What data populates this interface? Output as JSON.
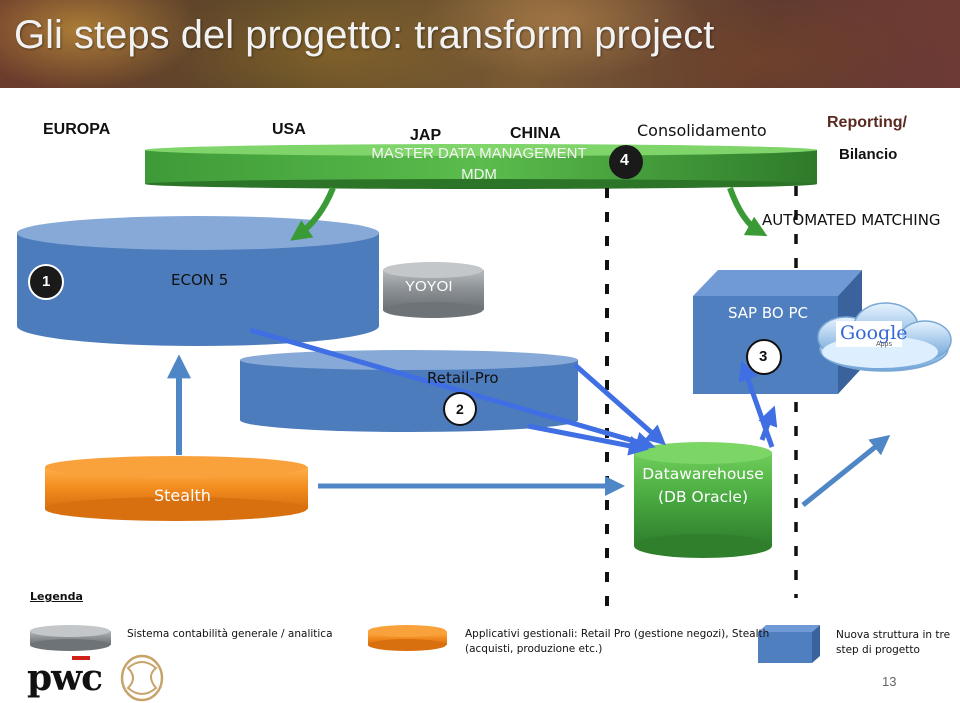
{
  "title": "Gli steps del progetto: transform project",
  "regions": {
    "europa": "EUROPA",
    "usa": "USA",
    "jap": "JAP",
    "china": "CHINA",
    "consolidamento": "Consolidamento",
    "reporting": "Reporting/",
    "bilancio": "Bilancio"
  },
  "mdm": {
    "line1": "MASTER DATA MANAGEMENT",
    "line2": "MDM",
    "step": "4"
  },
  "automated_matching": "AUTOMATED MATCHING",
  "systems": {
    "econ": {
      "label": "ECON 5",
      "step": "1"
    },
    "yoyoi": "YOYOI",
    "retail": {
      "label": "Retail-Pro",
      "step": "2"
    },
    "sap": {
      "label": "SAP BO PC",
      "step": "3"
    },
    "stealth": "Stealth",
    "dw_line1": "Datawarehouse",
    "dw_line2": "(DB Oracle)",
    "google": "Google",
    "google_apps": "Apps"
  },
  "legend": {
    "title": "Legenda",
    "item1": "Sistema contabilità generale / analitica",
    "item2_line1": "Applicativi gestionali: Retail Pro (gestione negozi), Stealth",
    "item2_line2": "(acquisti, produzione etc.)",
    "item3_line1": "Nuova struttura in tre",
    "item3_line2": "step di progetto"
  },
  "footer": {
    "logo": "pwc",
    "page": "13"
  },
  "colors": {
    "blue": "#4f7fbf",
    "blue_dark": "#3d6aa8",
    "green": "#3fa23a",
    "orange": "#ee8a1c",
    "gray": "#8d9296",
    "arrow": "#3f6fe3"
  }
}
